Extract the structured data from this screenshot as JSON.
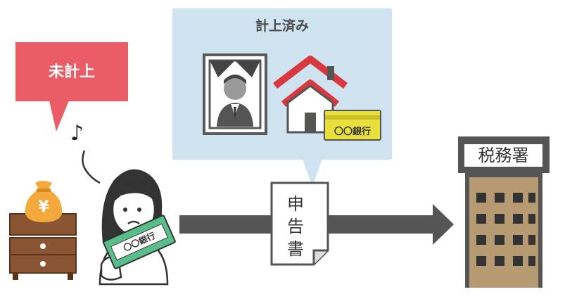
{
  "labels": {
    "recorded": "計上済み",
    "unrecorded": "未計上",
    "tax_return": [
      "申",
      "告",
      "書"
    ],
    "tax_office": "税務署",
    "bank_card_right": "〇〇銀行",
    "bank_book_person": "〇〇銀行"
  },
  "icons": {
    "money_bag_symbol": "¥",
    "music_note": "♪"
  },
  "colors": {
    "recorded_bg": "#cfe3f1",
    "unrecorded_bg": "#ea5d66",
    "arrow": "#555555",
    "house_roof": "#d9383f",
    "bank_card": "#e8df3a",
    "bank_book": "#58bf8a",
    "office_body": "#b59a72",
    "money_bag": "#f3a93c",
    "chest": "#8a5532"
  }
}
